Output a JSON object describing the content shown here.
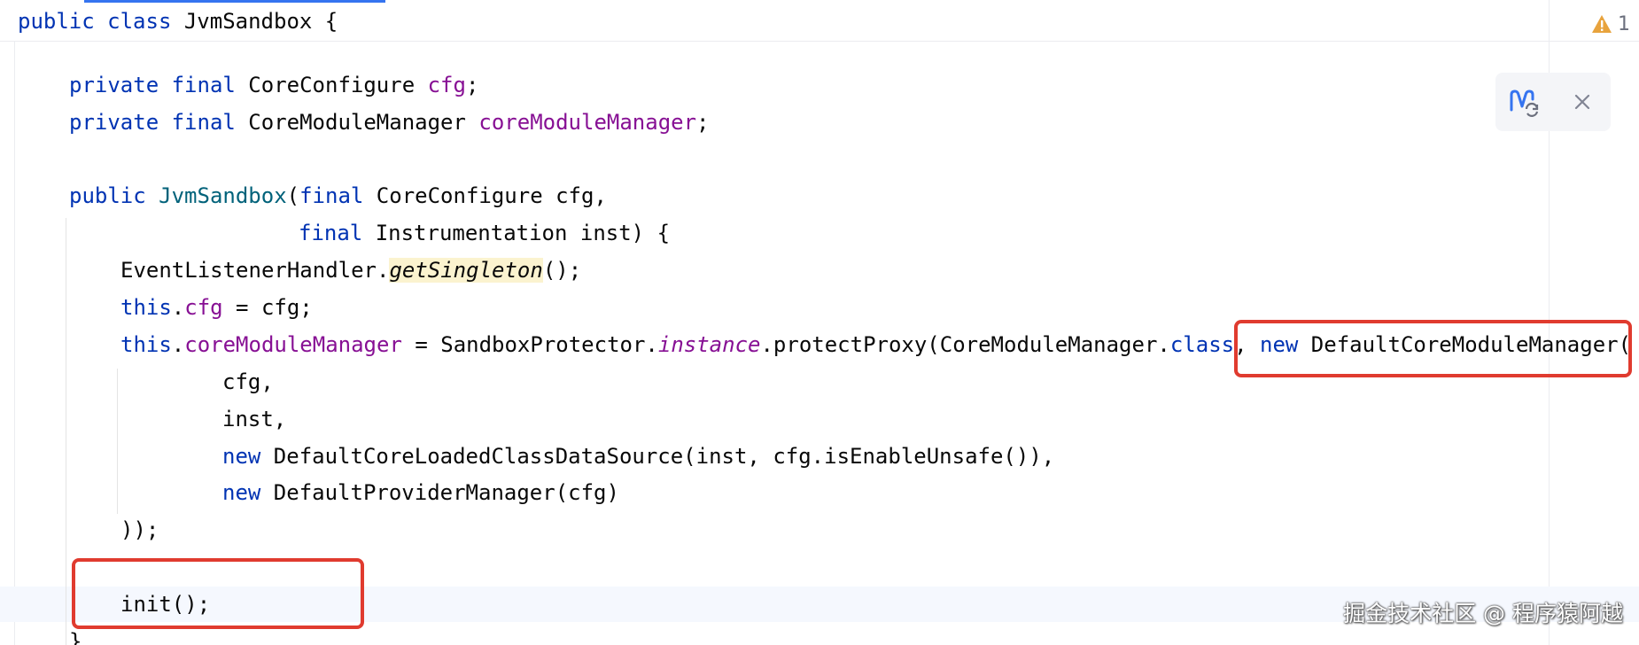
{
  "editor": {
    "lines": [
      {
        "tokens": [
          {
            "t": "public",
            "c": "kw"
          },
          {
            "t": " ",
            "c": ""
          },
          {
            "t": "class",
            "c": "kw"
          },
          {
            "t": " JvmSandbox {",
            "c": ""
          }
        ]
      },
      {
        "tokens": [
          {
            "t": "private",
            "c": "kw"
          },
          {
            "t": " ",
            "c": ""
          },
          {
            "t": "final",
            "c": "kw"
          },
          {
            "t": " CoreConfigure ",
            "c": ""
          },
          {
            "t": "cfg",
            "c": "field"
          },
          {
            "t": ";",
            "c": ""
          }
        ]
      },
      {
        "tokens": [
          {
            "t": "private",
            "c": "kw"
          },
          {
            "t": " ",
            "c": ""
          },
          {
            "t": "final",
            "c": "kw"
          },
          {
            "t": " CoreModuleManager ",
            "c": ""
          },
          {
            "t": "coreModuleManager",
            "c": "field"
          },
          {
            "t": ";",
            "c": ""
          }
        ]
      },
      {
        "tokens": [
          {
            "t": "public",
            "c": "kw"
          },
          {
            "t": " ",
            "c": ""
          },
          {
            "t": "JvmSandbox",
            "c": "method"
          },
          {
            "t": "(",
            "c": ""
          },
          {
            "t": "final",
            "c": "kw"
          },
          {
            "t": " CoreConfigure cfg,",
            "c": ""
          }
        ]
      },
      {
        "tokens": [
          {
            "t": "final",
            "c": "kw"
          },
          {
            "t": " Instrumentation inst) {",
            "c": ""
          }
        ]
      },
      {
        "tokens": [
          {
            "t": "EventListenerHandler.",
            "c": ""
          },
          {
            "t": "getSingleton",
            "c": "italic hl"
          },
          {
            "t": "();",
            "c": ""
          }
        ]
      },
      {
        "tokens": [
          {
            "t": "this",
            "c": "kw"
          },
          {
            "t": ".",
            "c": ""
          },
          {
            "t": "cfg",
            "c": "field"
          },
          {
            "t": " = cfg;",
            "c": ""
          }
        ]
      },
      {
        "tokens": [
          {
            "t": "this",
            "c": "kw"
          },
          {
            "t": ".",
            "c": ""
          },
          {
            "t": "coreModuleManager",
            "c": "field"
          },
          {
            "t": " = SandboxProtector.",
            "c": ""
          },
          {
            "t": "instance",
            "c": "static"
          },
          {
            "t": ".protectProxy(CoreModuleManager.",
            "c": ""
          },
          {
            "t": "class",
            "c": "kw"
          },
          {
            "t": ", ",
            "c": ""
          },
          {
            "t": "new",
            "c": "kw"
          },
          {
            "t": " DefaultCoreModuleManager(",
            "c": ""
          }
        ]
      },
      {
        "tokens": [
          {
            "t": "cfg,",
            "c": ""
          }
        ]
      },
      {
        "tokens": [
          {
            "t": "inst,",
            "c": ""
          }
        ]
      },
      {
        "tokens": [
          {
            "t": "new",
            "c": "kw"
          },
          {
            "t": " DefaultCoreLoadedClassDataSource(inst, cfg.isEnableUnsafe()),",
            "c": ""
          }
        ]
      },
      {
        "tokens": [
          {
            "t": "new",
            "c": "kw"
          },
          {
            "t": " DefaultProviderManager(cfg)",
            "c": ""
          }
        ]
      },
      {
        "tokens": [
          {
            "t": "));",
            "c": ""
          }
        ]
      },
      {
        "tokens": [
          {
            "t": "init();",
            "c": ""
          }
        ]
      },
      {
        "tokens": [
          {
            "t": "}",
            "c": ""
          }
        ]
      }
    ]
  },
  "inspections": {
    "warning_count": "1",
    "icon": "warning-triangle-icon",
    "color": "#e8a33d"
  },
  "floating_toolbar": {
    "reload_icon": "maven-reload-icon",
    "close_icon": "close-icon",
    "accent": "#3574f0"
  },
  "annotation": {
    "color": "#e03b2f"
  },
  "watermark": "掘金技术社区 @ 程序猿阿越"
}
